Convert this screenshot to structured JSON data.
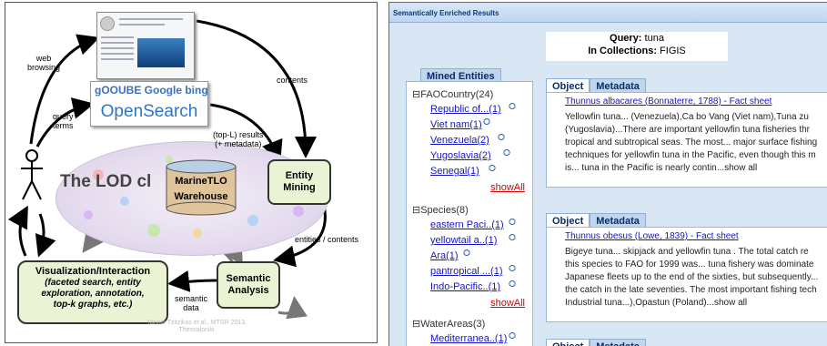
{
  "diagram": {
    "labels": {
      "web_browsing": "web\nbrowsing",
      "query_terms": "query\nterms",
      "contents": "contents",
      "topl": "(top-L) results\n(+ metadata)",
      "entities_contents": "entities / contents",
      "semantic_data": "semantic\ndata"
    },
    "search_brands": "gOOUBE Google bing",
    "open_search": "OpenSearch",
    "lod_cloud": "The LOD cl",
    "warehouse": "MarineTLO\nWarehouse",
    "entity_mining": "Entity\nMining",
    "semantic_analysis": "Semantic\nAnalysis",
    "visualization_title": "Visualization/Interaction",
    "visualization_sub": "(faceted search, entity\nexploration, annotation,\ntop-k graphs, etc.)",
    "credit": "Yannis Tzitzikas et al., MTSR 2013,\nThessaloniki"
  },
  "panel": {
    "header": "Semantically Enriched Results",
    "query_label": "Query:",
    "query_value": "tuna",
    "collections_label": "In Collections:",
    "collections_value": "FIGIS",
    "mined_entities_tab": "Mined Entities",
    "groups": [
      {
        "label": "⊟FAOCountry(24)",
        "items": [
          "Republic of...(1)",
          "Viet nam(1)",
          "Venezuela(2)",
          "Yugoslavia(2)",
          "Senegal(1)"
        ],
        "show_all": "showAll"
      },
      {
        "label": "⊟Species(8)",
        "items": [
          "eastern Paci..(1)",
          "yellowtail a..(1)",
          "Ara(1)",
          "pantropical ...(1)",
          "Indo-Pacific..(1)"
        ],
        "show_all": "showAll"
      },
      {
        "label": "⊟WaterAreas(3)",
        "items": [
          "Mediterranea..(1)"
        ],
        "show_all": ""
      }
    ],
    "tab_object": "Object",
    "tab_metadata": "Metadata",
    "results": [
      {
        "title": "Thunnus albacares (Bonnaterre, 1788) - Fact sheet",
        "lines": [
          "Yellowfin tuna... (Venezuela),Ca bo Vang (Viet nam),Tuna zu",
          "(Yugoslavia)...There are important yellowfin tuna fisheries thr",
          "tropical and subtropical seas. The most... major surface fishing",
          "techniques for yellowfin tuna in the Pacific, even though this m",
          "is... tuna in the Pacific is nearly contin...show all"
        ]
      },
      {
        "title": "Thunnus obesus (Lowe, 1839) - Fact sheet",
        "lines": [
          "Bigeye tuna... skipjack and yellowfin tuna . The total catch re",
          "this species to FAO for 1999 was... tuna fishery was dominate",
          "Japanese fleets up to the end of the sixties, but subsequently...",
          "the catch in the late seventies. The most important fishing tech",
          "Industrial tuna...),Opastun (Poland)...show all"
        ]
      }
    ]
  }
}
